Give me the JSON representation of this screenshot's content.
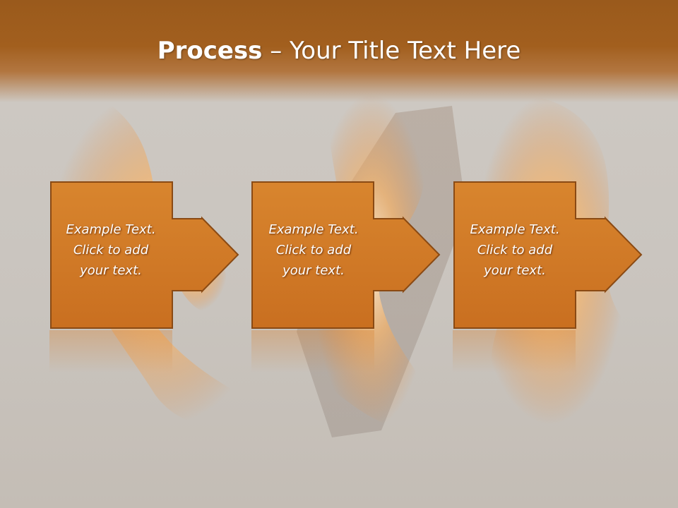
{
  "slide": {
    "title_bold": "Process",
    "title_rest": " – Your Title Text Here"
  },
  "steps": [
    {
      "line1": "Example Text.",
      "line2": "Click  to add",
      "line3": "your text."
    },
    {
      "line1": "Example Text.",
      "line2": "Click  to add",
      "line3": "your text."
    },
    {
      "line1": "Example Text.",
      "line2": "Click  to add",
      "line3": "your text."
    }
  ],
  "colors": {
    "header": "#a25f1e",
    "box_fill": "#d07b29",
    "box_border": "#8a4a14",
    "background": "#cdc8c2",
    "fire": "#f7b060"
  }
}
